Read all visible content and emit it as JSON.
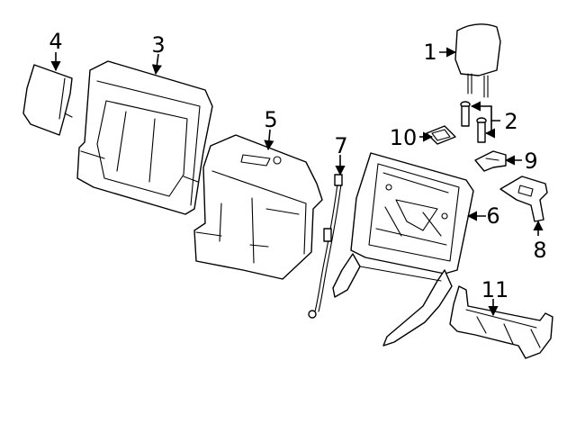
{
  "diagram": {
    "callouts": [
      {
        "id": "headrest",
        "label": "1"
      },
      {
        "id": "headrest-guide",
        "label": "2"
      },
      {
        "id": "cushion-cover",
        "label": "3"
      },
      {
        "id": "side-pad",
        "label": "4"
      },
      {
        "id": "back-panel",
        "label": "5"
      },
      {
        "id": "seatback-frame",
        "label": "6"
      },
      {
        "id": "latch-cable",
        "label": "7"
      },
      {
        "id": "hinge-cover",
        "label": "8"
      },
      {
        "id": "clip",
        "label": "9"
      },
      {
        "id": "bezel",
        "label": "10"
      },
      {
        "id": "pivot-bracket",
        "label": "11"
      }
    ]
  }
}
